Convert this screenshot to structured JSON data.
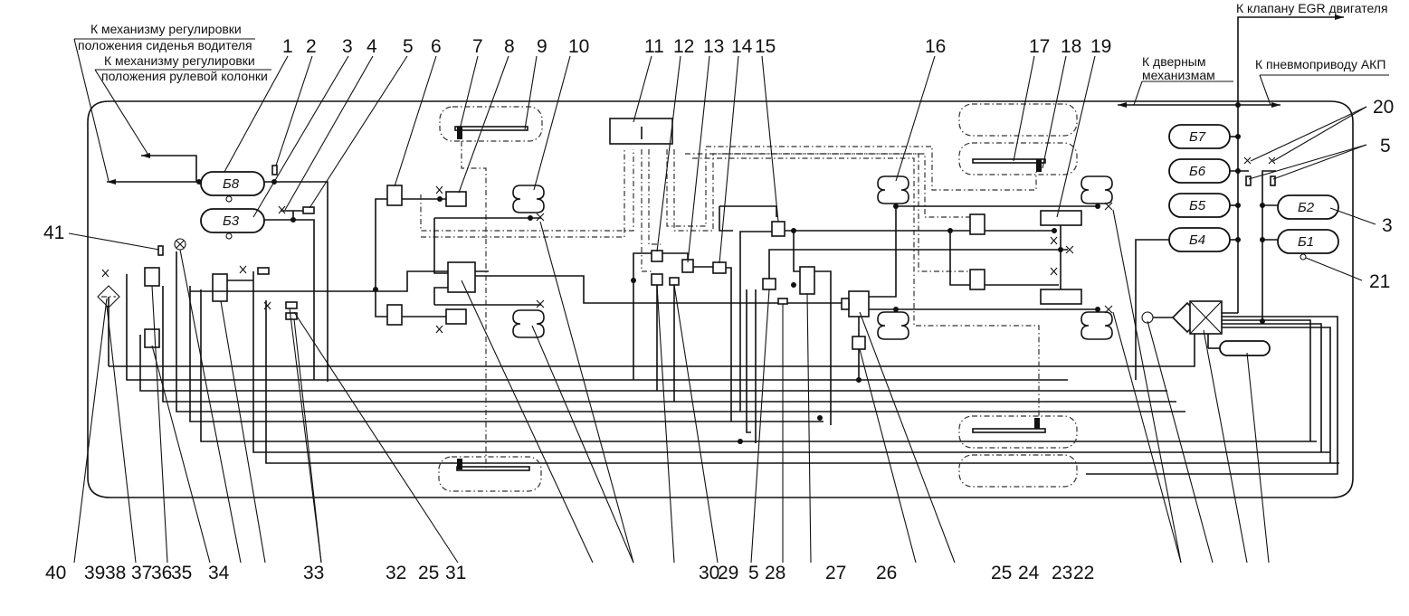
{
  "diagram": {
    "captions": {
      "seat_line1": "К механизму регулировки",
      "seat_line2": "положения сиденья водителя",
      "column_line1": "К механизму регулировки",
      "column_line2": "положения рулевой колонки",
      "doors_line1": "К дверным",
      "doors_line2": "механизмам",
      "egr": "К клапану EGR двигателя",
      "akp": "К пневмоприводу АКП"
    },
    "tanks": {
      "b1": "Б1",
      "b2": "Б2",
      "b3": "Б3",
      "b4": "Б4",
      "b5": "Б5",
      "b6": "Б6",
      "b7": "Б7",
      "b8": "Б8"
    },
    "top_labels": [
      "1",
      "2",
      "3",
      "4",
      "5",
      "6",
      "7",
      "8",
      "9",
      "10",
      "11",
      "12",
      "13",
      "14",
      "15",
      "16",
      "17",
      "18",
      "19"
    ],
    "right_labels": [
      "20",
      "5",
      "3",
      "21"
    ],
    "left_labels": [
      "41"
    ],
    "bottom_labels": [
      "40",
      "39",
      "38",
      "37",
      "36",
      "35",
      "34",
      "33",
      "32",
      "25",
      "31",
      "30",
      "29",
      "5",
      "28",
      "27",
      "26",
      "25",
      "24",
      "23",
      "22"
    ]
  }
}
